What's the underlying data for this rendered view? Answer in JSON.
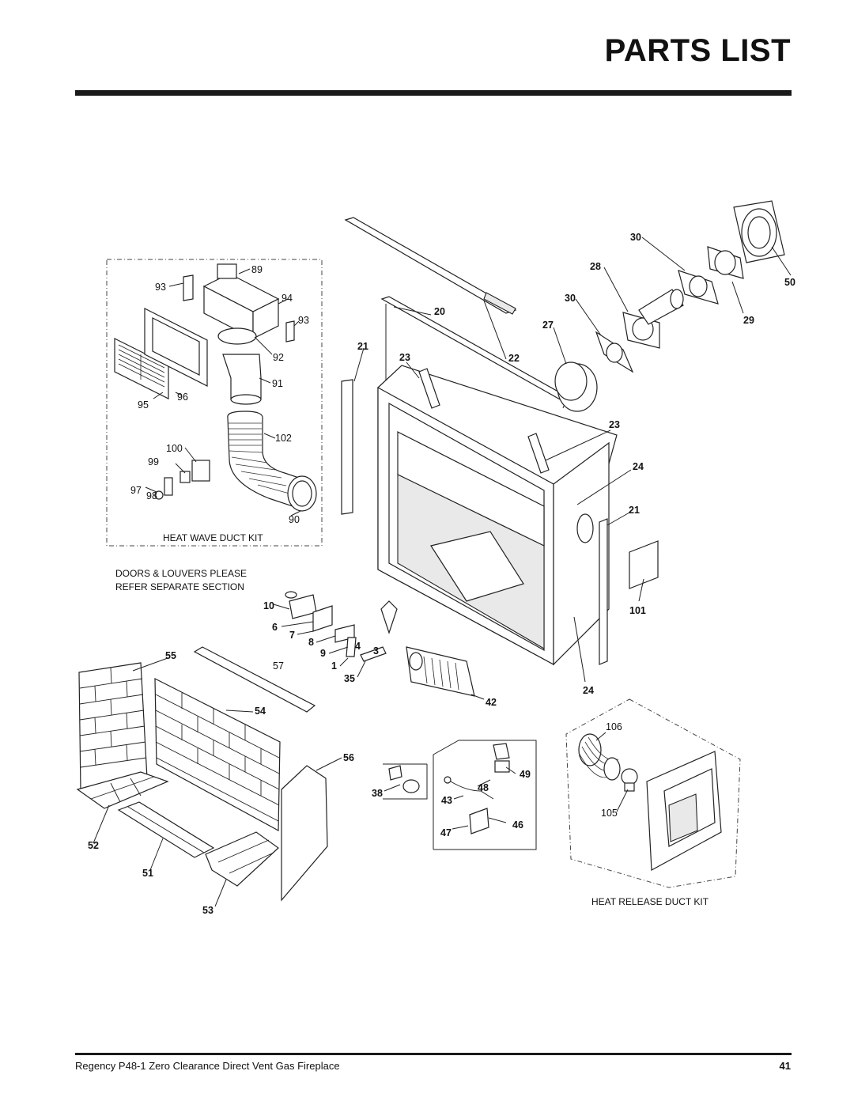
{
  "header": {
    "title": "PARTS LIST"
  },
  "footer": {
    "text": "Regency P48-1 Zero Clearance Direct Vent Gas Fireplace",
    "page_number": "41"
  },
  "kits": {
    "heat_wave": "HEAT WAVE DUCT KIT",
    "doors_note_line1": "DOORS & LOUVERS PLEASE",
    "doors_note_line2": "REFER SEPARATE SECTION",
    "heat_release": "HEAT RELEASE DUCT KIT"
  },
  "part_numbers": {
    "p89": "89",
    "p93a": "93",
    "p94": "94",
    "p93b": "93",
    "p92": "92",
    "p91": "91",
    "p96": "96",
    "p95": "95",
    "p102": "102",
    "p100": "100",
    "p99": "99",
    "p97": "97",
    "p98": "98",
    "p90": "90",
    "p20": "20",
    "p21a": "21",
    "p23a": "23",
    "p22": "22",
    "p27": "27",
    "p30a": "30",
    "p28": "28",
    "p30b": "30",
    "p50": "50",
    "p29": "29",
    "p23b": "23",
    "p24a": "24",
    "p21b": "21",
    "p101": "101",
    "p24b": "24",
    "p10": "10",
    "p6": "6",
    "p7": "7",
    "p8": "8",
    "p9": "9",
    "p4": "4",
    "p3": "3",
    "p1": "1",
    "p35": "35",
    "p42": "42",
    "p55": "55",
    "p57": "57",
    "p54": "54",
    "p56": "56",
    "p52": "52",
    "p51": "51",
    "p53": "53",
    "p49": "49",
    "p48": "48",
    "p38": "38",
    "p43": "43",
    "p46": "46",
    "p47": "47",
    "p106": "106",
    "p105": "105"
  }
}
